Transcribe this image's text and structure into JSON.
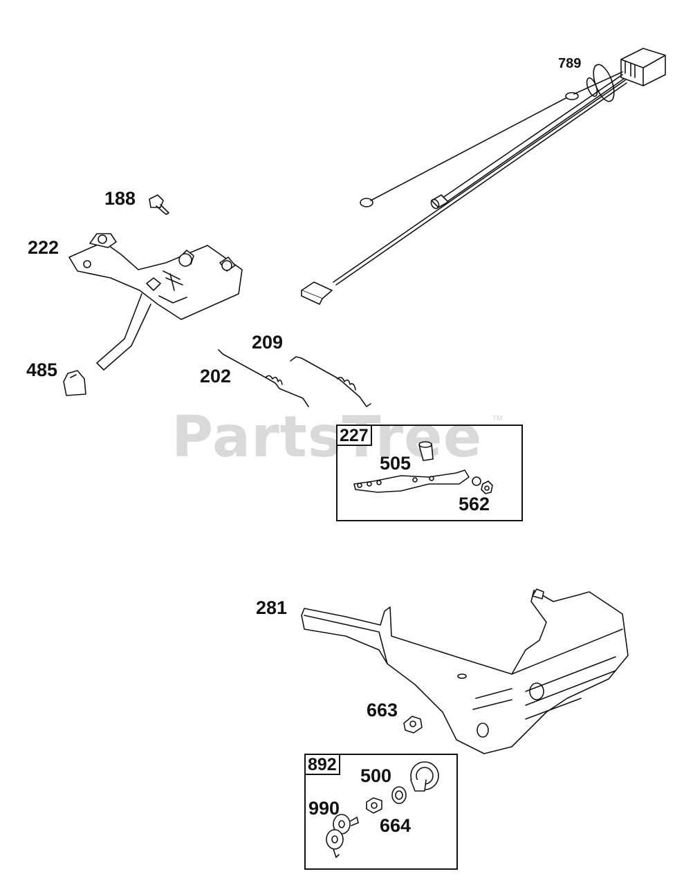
{
  "watermark": {
    "text": "PartsTree",
    "tm": "TM"
  },
  "callouts": {
    "p789": "789",
    "p188": "188",
    "p222": "222",
    "p485": "485",
    "p209": "209",
    "p202": "202",
    "p505": "505",
    "p562": "562",
    "p281": "281",
    "p663": "663",
    "p500": "500",
    "p990": "990",
    "p664": "664"
  },
  "kits": {
    "kit227": {
      "label": "227"
    },
    "kit892": {
      "label": "892"
    }
  }
}
